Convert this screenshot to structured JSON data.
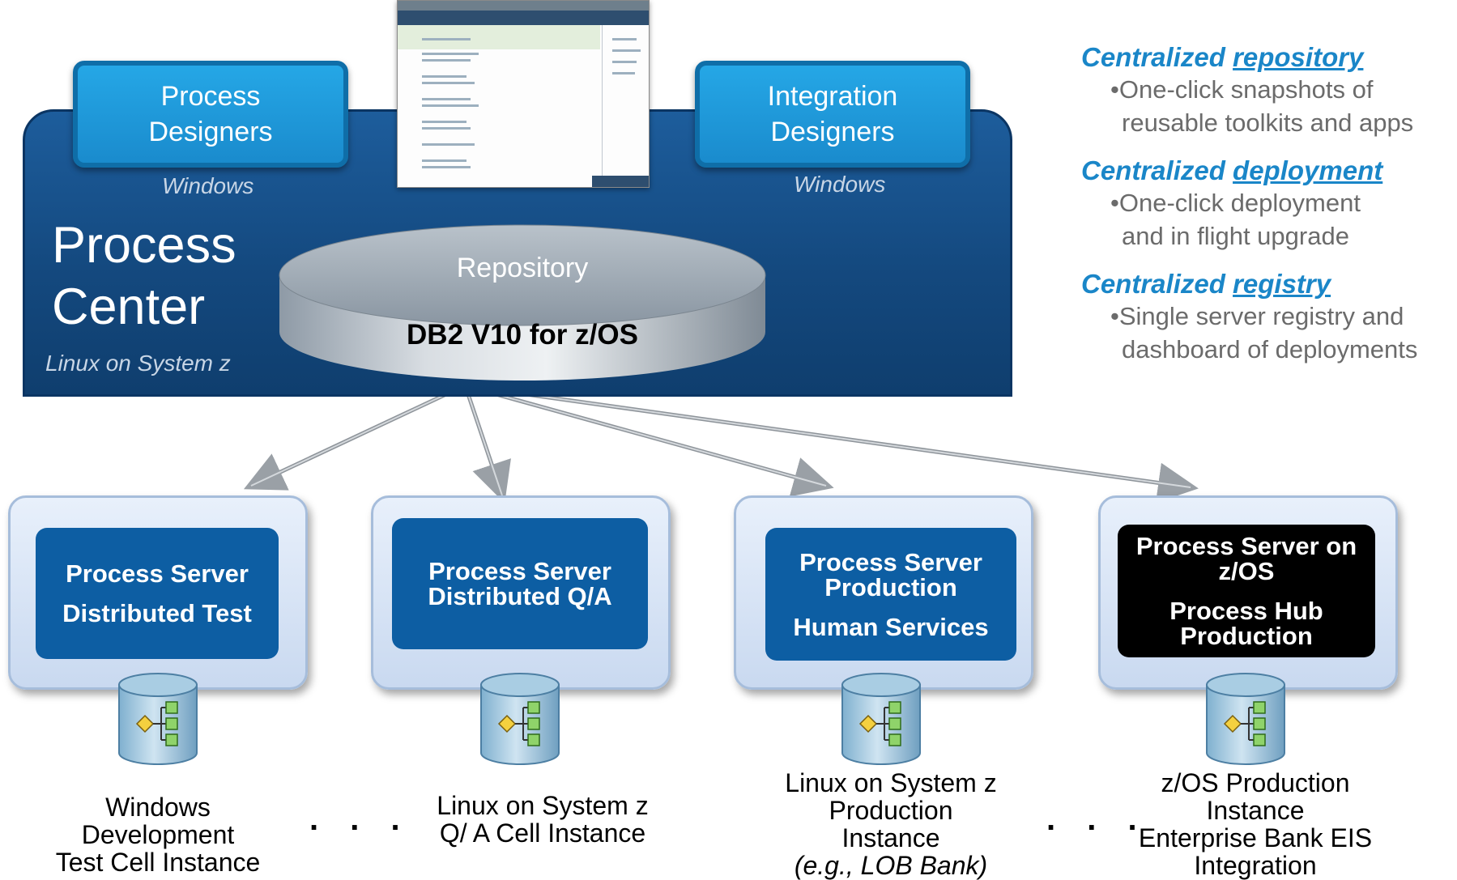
{
  "process_center": {
    "title_line1": "Process",
    "title_line2": "Center",
    "os": "Linux on System z"
  },
  "process_designers": {
    "line1": "Process",
    "line2": "Designers",
    "os": "Windows"
  },
  "integration_designers": {
    "line1": "Integration",
    "line2": "Designers",
    "os": "Windows"
  },
  "repository": {
    "label": "Repository",
    "db": "DB2 V10 for z/OS"
  },
  "features": [
    {
      "prefix": "Centralized ",
      "keyword": "repository",
      "bullets": [
        "One-click snapshots of",
        "reusable toolkits and apps"
      ]
    },
    {
      "prefix": "Centralized ",
      "keyword": "deployment",
      "bullets": [
        "One-click deployment",
        "and in flight upgrade"
      ]
    },
    {
      "prefix": "Centralized ",
      "keyword": "registry",
      "bullets": [
        "Single server registry and",
        "dashboard of deployments"
      ]
    }
  ],
  "servers": [
    {
      "line1": "Process Server",
      "line2": "Distributed Test",
      "line3": "",
      "caption": [
        "Windows",
        "Development",
        "Test Cell  Instance"
      ],
      "caption_italic": ""
    },
    {
      "line1": "Process Server",
      "line2": "Distributed  Q/A",
      "line3": "",
      "caption": [
        "Linux on System z",
        "Q/ A  Cell  Instance"
      ],
      "caption_italic": ""
    },
    {
      "line1": "Process Server",
      "line2": "Production",
      "line3": "Human Services",
      "caption": [
        "Linux on System z",
        "Production",
        "Instance"
      ],
      "caption_italic": "(e.g., LOB Bank)"
    },
    {
      "line1": "Process Server on",
      "line2": "z/OS",
      "line3": "Process Hub",
      "line4": "Production",
      "caption": [
        "z/OS Production",
        "Instance",
        "Enterprise Bank EIS",
        "Integration"
      ],
      "caption_italic": ""
    }
  ],
  "ellipsis": ". . .",
  "colors": {
    "panel": "#14497f",
    "designer": "#1f9ad9",
    "server_inner": "#0d5ea3",
    "feature_head": "#1a86c8"
  }
}
